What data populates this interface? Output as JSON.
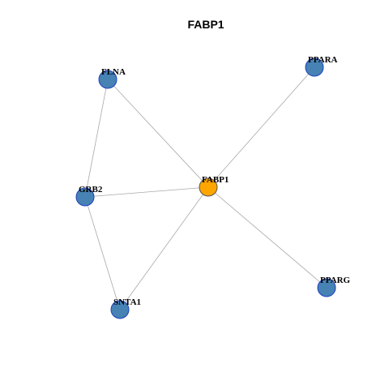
{
  "title": "FABP1",
  "colors": {
    "hub_fill": "#FFA500",
    "hub_stroke": "#555555",
    "node_fill": "#4682B4",
    "node_stroke": "#1f3fbf",
    "edge": "#a9a9a9"
  },
  "nodes": [
    {
      "id": "FABP1",
      "label": "FABP1",
      "hub": true
    },
    {
      "id": "FLNA",
      "label": "FLNA",
      "hub": false
    },
    {
      "id": "PPARA",
      "label": "PPARA",
      "hub": false
    },
    {
      "id": "GRB2",
      "label": "GRB2",
      "hub": false
    },
    {
      "id": "SNTA1",
      "label": "SNTA1",
      "hub": false
    },
    {
      "id": "PPARG",
      "label": "PPARG",
      "hub": false
    }
  ],
  "edges": [
    {
      "source": "FABP1",
      "target": "FLNA"
    },
    {
      "source": "FABP1",
      "target": "PPARA"
    },
    {
      "source": "FABP1",
      "target": "GRB2"
    },
    {
      "source": "FABP1",
      "target": "SNTA1"
    },
    {
      "source": "FABP1",
      "target": "PPARG"
    },
    {
      "source": "FLNA",
      "target": "GRB2"
    },
    {
      "source": "GRB2",
      "target": "SNTA1"
    }
  ]
}
